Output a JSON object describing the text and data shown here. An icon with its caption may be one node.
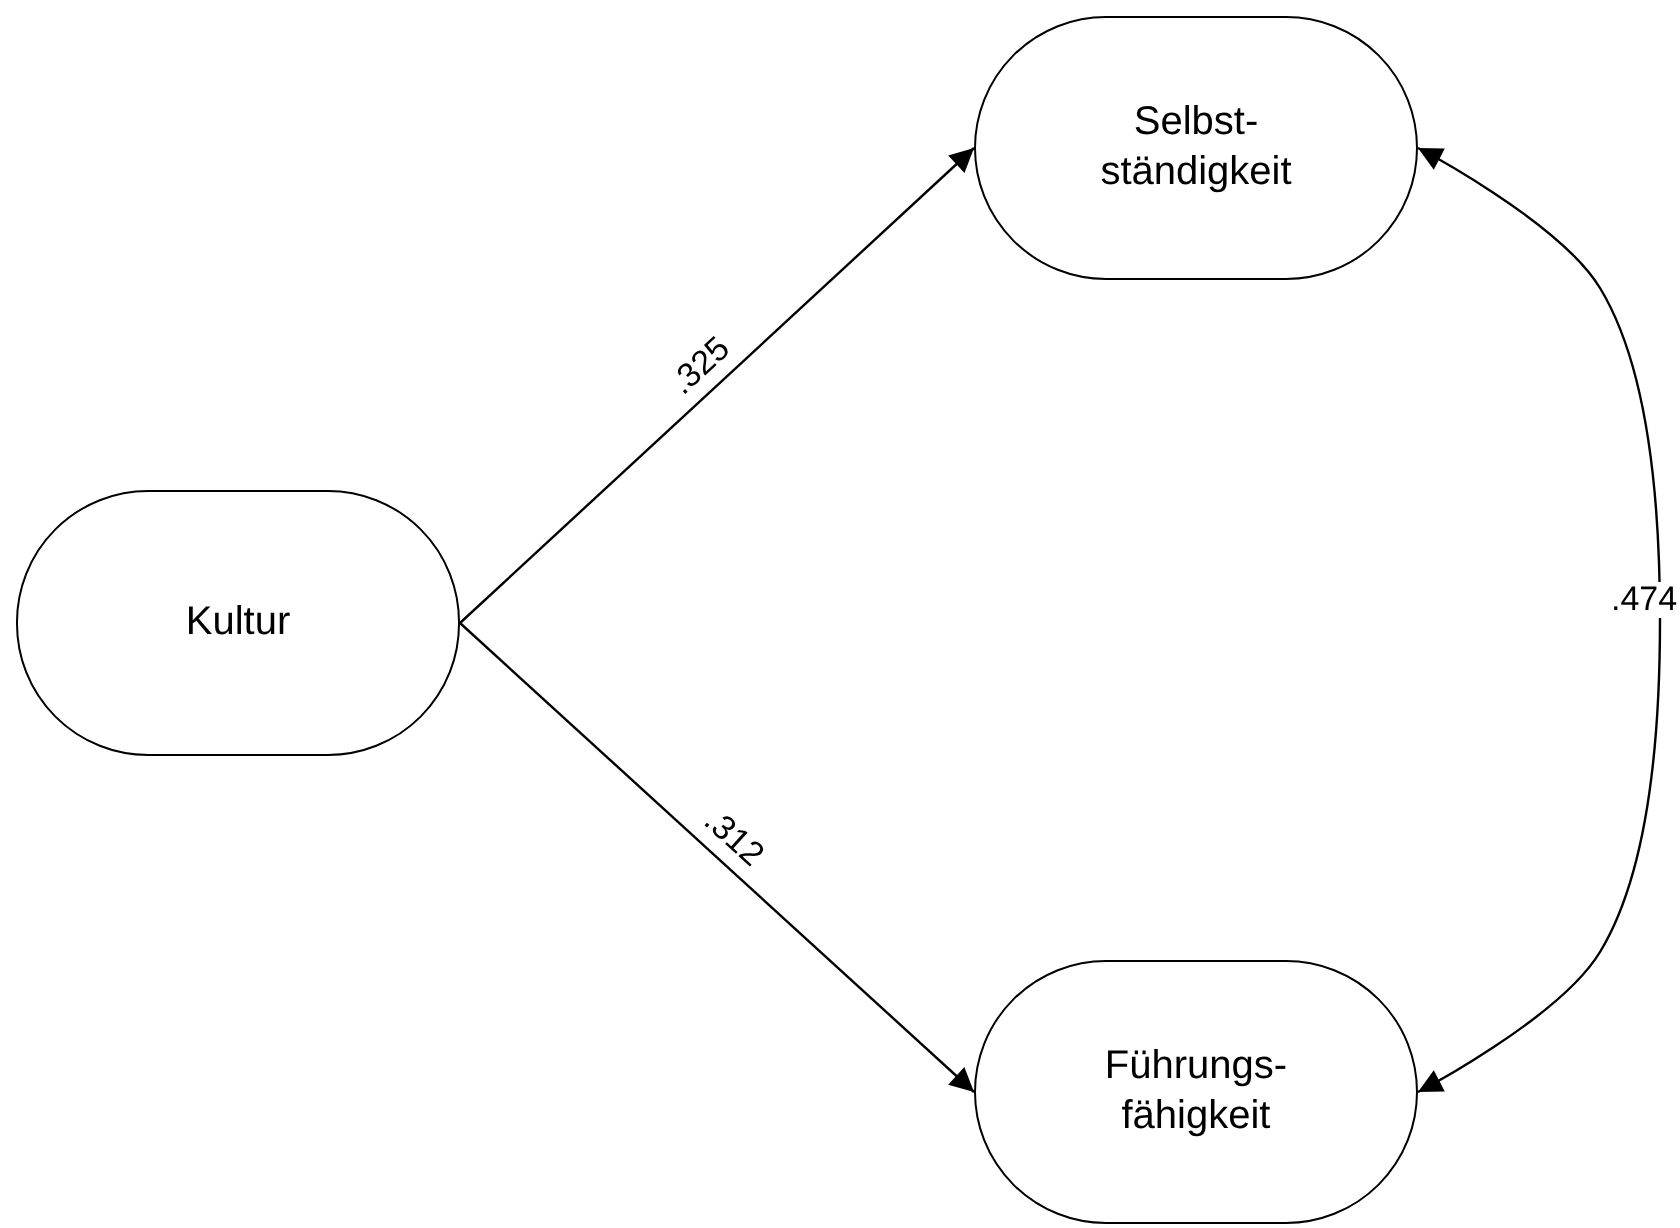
{
  "diagram": {
    "nodes": [
      {
        "text": [
          "Kultur"
        ]
      },
      {
        "text": [
          "Selbst- ständigkeit"
        ]
      },
      {
        "text": [
          "Führungs- fähigkeit"
        ]
      }
    ],
    "edges": [
      {
        "from": 0,
        "to": 1,
        "arrow": "to",
        "label": ".325"
      },
      {
        "from": 0,
        "to": 2,
        "arrow": "to",
        "label": ".312"
      },
      {
        "from": 1,
        "to": 2,
        "arrow": "both",
        "label": ".474"
      }
    ]
  }
}
